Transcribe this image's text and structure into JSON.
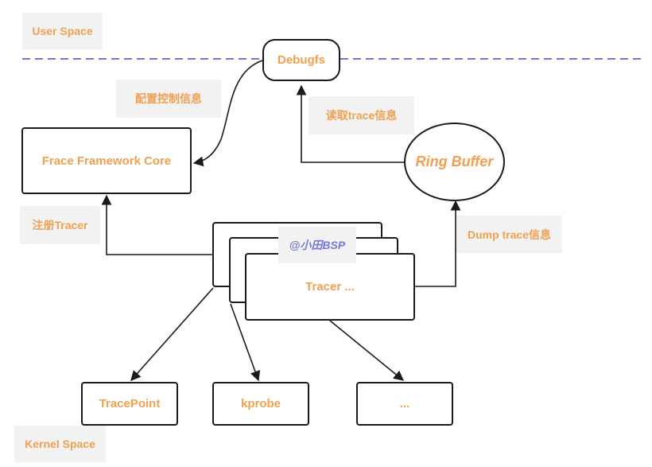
{
  "labels": {
    "user_space": "User Space",
    "kernel_space": "Kernel Space",
    "config_info": "配置控制信息",
    "read_trace": "读取trace信息",
    "register_tracer": "注册Tracer",
    "dump_trace": "Dump trace信息"
  },
  "nodes": {
    "debugfs": "Debugfs",
    "framework_core": "Frace Framework Core",
    "ring_buffer": "Ring Buffer",
    "tracer": "Tracer ...",
    "tracepoint": "TracePoint",
    "kprobe": "kprobe",
    "other": "..."
  },
  "watermark": "@小田BSP",
  "colors": {
    "label_text": "#f0a050",
    "label_bg": "#f2f2f2",
    "border": "#1a1a1a",
    "divider": "#7777cc",
    "watermark": "#7777dd"
  }
}
